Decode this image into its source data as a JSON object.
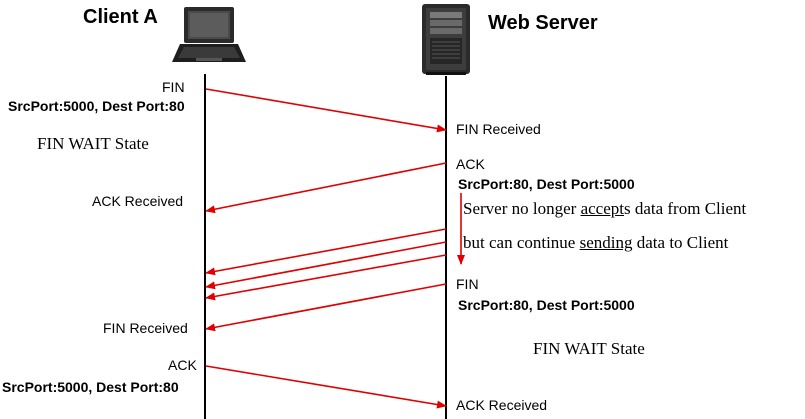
{
  "client": {
    "title": "Client A",
    "icon": "laptop-icon"
  },
  "server": {
    "title": "Web Server",
    "icon": "server-tower-icon"
  },
  "colors": {
    "arrow": "#e00000",
    "lifeline": "#000000"
  },
  "client_side": {
    "fin": "FIN",
    "fin_ports": "SrcPort:5000, Dest Port:80",
    "fin_wait_state": "FIN WAIT State",
    "ack_received": "ACK Received",
    "fin_received": "FIN Received",
    "ack": "ACK",
    "ack_ports": "SrcPort:5000, Dest Port:80"
  },
  "server_side": {
    "fin_received": "FIN Received",
    "ack": "ACK",
    "ack_ports": "SrcPort:80, Dest Port:5000",
    "note_line1_a": "Server no longer ",
    "note_line1_b": "accept",
    "note_line1_c": "s data from Client",
    "note_line2_a": "but can continue ",
    "note_line2_b": "sending",
    "note_line2_c": " data to Client",
    "fin": "FIN",
    "fin_ports": "SrcPort:80, Dest Port:5000",
    "fin_wait_state": "FIN WAIT State",
    "ack_received": "ACK Received"
  }
}
